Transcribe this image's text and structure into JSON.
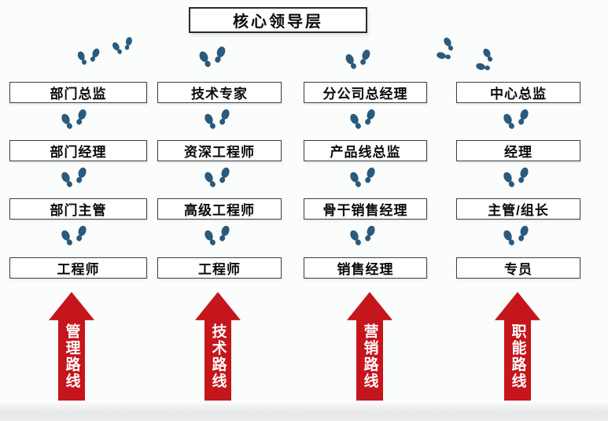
{
  "diagram": {
    "title": "核心领导层",
    "columns": [
      {
        "id": "management",
        "levels": [
          "部门总监",
          "部门经理",
          "部门主管",
          "工程师"
        ],
        "arrow_label": "管理路线"
      },
      {
        "id": "technology",
        "levels": [
          "技术专家",
          "资深工程师",
          "高级工程师",
          "工程师"
        ],
        "arrow_label": "技术路线"
      },
      {
        "id": "marketing",
        "levels": [
          "分公司总经理",
          "产品线总监",
          "骨干销售经理",
          "销售经理"
        ],
        "arrow_label": "营销路线"
      },
      {
        "id": "functional",
        "levels": [
          "中心总监",
          "经理",
          "主管/组长",
          "专员"
        ],
        "arrow_label": "职能路线"
      }
    ],
    "icons": {
      "footsteps": "footsteps-icon"
    },
    "colors": {
      "arrow_red": "#c4161c",
      "footsteps_blue": "#2a5a7d",
      "box_border": "#3f3f3f"
    }
  }
}
